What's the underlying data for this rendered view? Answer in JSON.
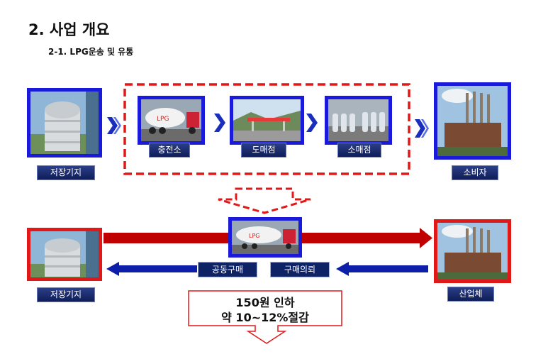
{
  "title": "2. 사업 개요",
  "subtitle": "2-1. LPG운송 및 유통",
  "top_flow": {
    "storage": "저장기지",
    "charging": "충전소",
    "wholesale": "도매점",
    "retail": "소매점",
    "consumer": "소비자"
  },
  "bottom_flow": {
    "storage": "저장기지",
    "joint_purchase": "공동구매",
    "purchase_request": "구매의뢰",
    "industry": "산업체"
  },
  "callout": {
    "line1": "150원 인하",
    "line2": "약 10~12%절감"
  },
  "colors": {
    "blue": "#1a1adb",
    "red": "#e01818",
    "navy": "#0e2266",
    "dark_red": "#c00000"
  }
}
